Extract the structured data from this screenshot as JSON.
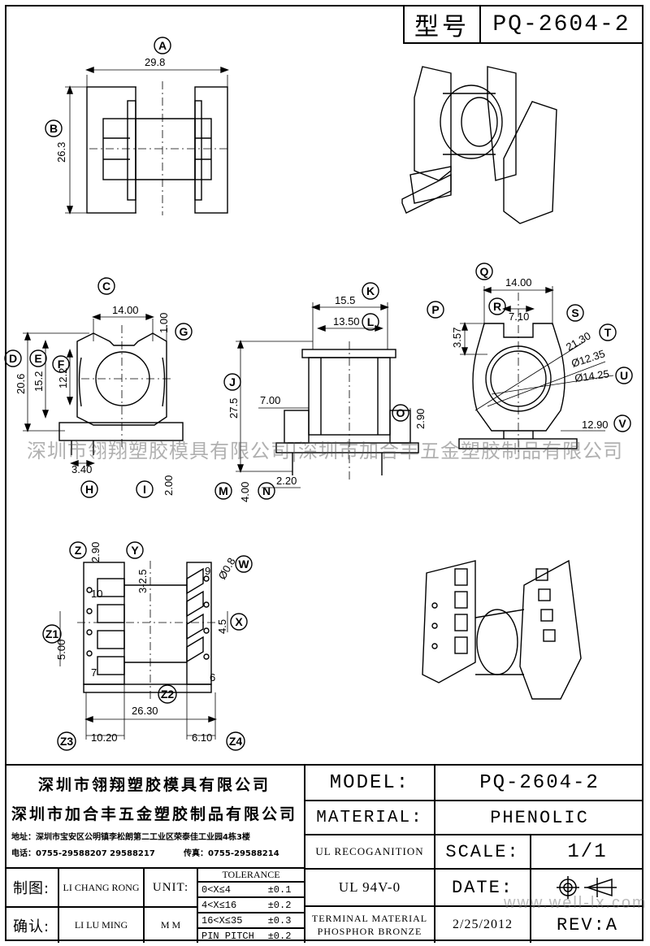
{
  "header": {
    "model_label": "型号",
    "model_value": "PQ-2604-2"
  },
  "dimensions": {
    "A": "29.8",
    "B": "26.3",
    "C": "14.00",
    "G": "1.00",
    "D": "20.6",
    "E": "15.2",
    "F": "12.2",
    "H": "3.40",
    "I": "2.00",
    "K": "15.5",
    "L": "13.50",
    "J": "27.5",
    "O": "2.90",
    "seven": "7.00",
    "N": "2.20",
    "M": "4.00",
    "Q": "14.00",
    "R": "7.10",
    "P": "3.57",
    "S": "21.30",
    "T": "Ø12.35",
    "U": "Ø14.25",
    "V": "12.90",
    "Z": "2.90",
    "Y": "3-2.5",
    "W": "Ø0.8",
    "X": "4.5",
    "Z1": "5.00",
    "Z2": "26.30",
    "Z3": "10.20",
    "Z4": "6.10"
  },
  "labels": {
    "A": "A",
    "B": "B",
    "C": "C",
    "D": "D",
    "E": "E",
    "F": "F",
    "G": "G",
    "H": "H",
    "I": "I",
    "J": "J",
    "K": "K",
    "L": "L",
    "M": "M",
    "N": "N",
    "O": "O",
    "P": "P",
    "Q": "Q",
    "R": "R",
    "S": "S",
    "T": "T",
    "U": "U",
    "V": "V",
    "W": "W",
    "X": "X",
    "Y": "Y",
    "Z": "Z",
    "Z1": "Z1",
    "Z2": "Z2",
    "Z3": "Z3",
    "Z4": "Z4"
  },
  "pin_numbers": {
    "p9": "9",
    "p10": "10",
    "p6": "6",
    "p7": "7"
  },
  "watermark": "深圳市翎翔塑胶模具有限公司|深圳市加合丰五金塑胶制品有限公司",
  "watermark_url": "www.well-lx.com",
  "title_block": {
    "company1": "深圳市翎翔塑胶模具有限公司",
    "company2": "深圳市加合丰五金塑胶制品有限公司",
    "address": "地址：深圳市宝安区公明镇李松朗第二工业区荣泰佳工业园4栋3楼",
    "phone": "电话：0755-29588207  29588217",
    "fax": "传真：0755-29588214",
    "model_label": "MODEL:",
    "model_value": "PQ-2604-2",
    "material_label": "MATERIAL:",
    "material_value": "PHENOLIC",
    "ul_label": "UL RECOGANITION",
    "ul_value": "UL 94V-0",
    "scale_label": "SCALE:",
    "scale_value": "1/1",
    "date_label": "DATE:",
    "date_value": "2/25/2012",
    "terminal_material_label": "TERMINAL MATERIAL",
    "terminal_material_value": "PHOSPHOR  BRONZE",
    "rev": "REV:A",
    "drawn_label": "制图:",
    "drawn_value": "LI CHANG RONG",
    "confirm_label": "确认:",
    "confirm_value": "LI LU MING",
    "unit_label": "UNIT:",
    "unit_value": "M M",
    "tolerance_label": "TOLERANCE",
    "tolerances": [
      {
        "range": "0<X≤4",
        "value": "±0.1"
      },
      {
        "range": "4<X≤16",
        "value": "±0.2"
      },
      {
        "range": "16<X≤35",
        "value": "±0.3"
      },
      {
        "range": "PIN PITCH",
        "value": "±0.2"
      }
    ]
  }
}
